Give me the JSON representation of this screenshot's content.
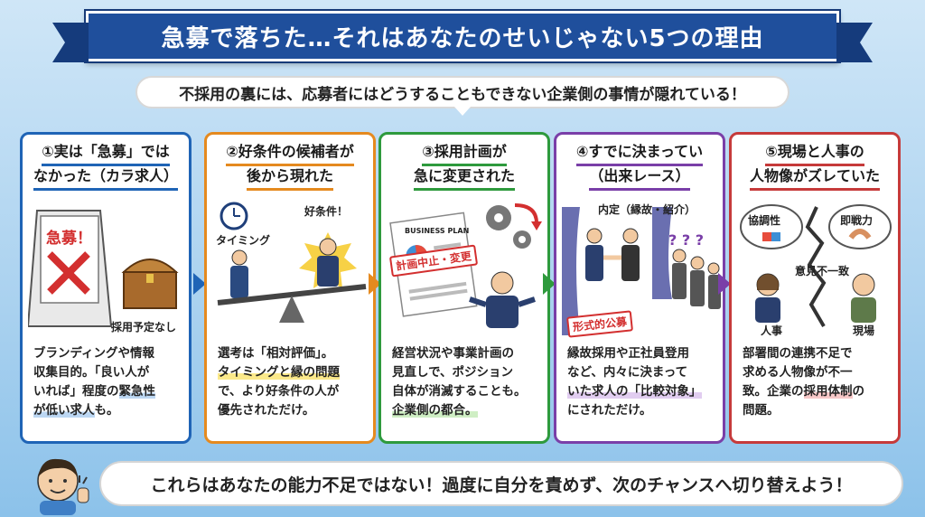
{
  "header": {
    "title": "急募で落ちた…それはあなたのせいじゃない5つの理由",
    "subtitle": "不採用の裏には、応募者にはどうすることもできない企業側の事情が隠れている！"
  },
  "cards": [
    {
      "title_line1": "①実は「急募」では",
      "title_line2": "なかった（カラ求人）",
      "sign_text": "急募！",
      "tag": "採用予定なし",
      "body_1": "ブランディングや情報",
      "body_2": "収集目的。「良い人が",
      "body_3": "いれば」程度の",
      "body_3b": "緊急性",
      "body_4": "が低い求人",
      "body_4b": "も。"
    },
    {
      "title_line1": "②好条件の候補者が",
      "title_line2": "後から現れた",
      "tag_time": "タイミング",
      "tag_good": "好条件！",
      "body_1": "選考は「相対評価」。",
      "body_2": "タイミングと縁の問題",
      "body_3": "で、より好条件の人が",
      "body_4": "優先されただけ。"
    },
    {
      "title_line1": "③採用計画が",
      "title_line2": "急に変更された",
      "doc_title": "BUSINESS PLAN",
      "stamp": "計画中止・変更",
      "body_1": "経営状況や事業計画の",
      "body_2": "見直しで、ポジション",
      "body_3": "自体が消滅することも。",
      "body_4": "企業側の都合。"
    },
    {
      "title_line1": "④すでに決まってい",
      "title_line2": "（出来レース）",
      "tag_top": "内定（縁故・紹介）",
      "stamp": "形式的公募",
      "body_1": "縁故採用や正社員登用",
      "body_2": "など、内々に決まって",
      "body_3": "いた求人の「比較対象」",
      "body_4": "にされただけ。"
    },
    {
      "title_line1": "⑤現場と人事の",
      "title_line2": "人物像がズレていた",
      "bubble_left": "協調性",
      "bubble_right": "即戦力",
      "tag_mid": "意見不一致",
      "tag_hr": "人事",
      "tag_field": "現場",
      "body_1": "部署間の連携不足で",
      "body_2": "求める人物像が不一",
      "body_3": "致。企業の",
      "body_3b": "採用体制",
      "body_3c": "の",
      "body_4": "問題。"
    }
  ],
  "footer": {
    "message": "これらはあなたの能力不足ではない！過度に自分を責めず、次のチャンスへ切り替えよう！"
  },
  "colors": {
    "card1": "#1f64b6",
    "card2": "#e58a1f",
    "card3": "#2e9a3d",
    "card4": "#7a3fa8",
    "card5": "#c63a3a",
    "banner": "#1f4f9c"
  }
}
